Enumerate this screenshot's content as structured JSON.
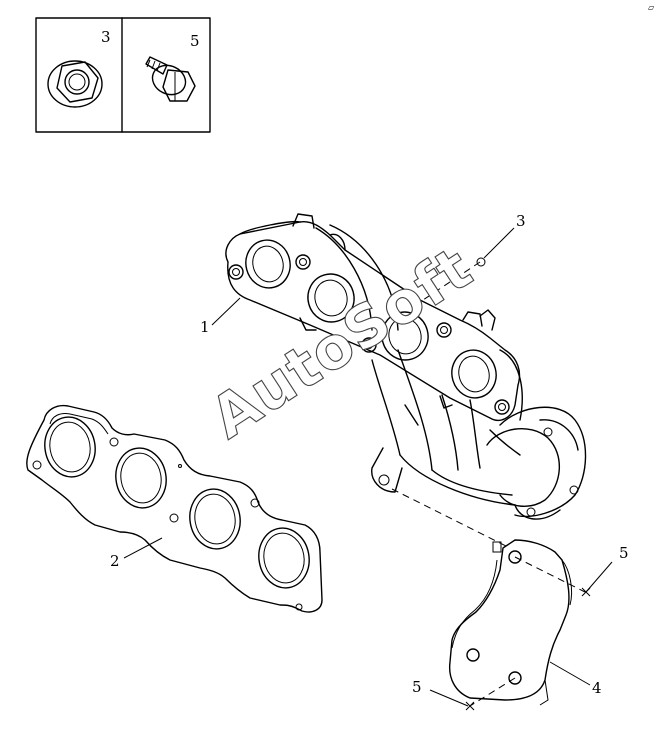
{
  "inset": {
    "items": [
      {
        "number": "3",
        "icon": "flange-nut-icon"
      },
      {
        "number": "5",
        "icon": "flange-bolt-icon"
      }
    ]
  },
  "callouts": {
    "c1": "1",
    "c2": "2",
    "c3": "3",
    "c4": "4",
    "c5a": "5",
    "c5b": "5"
  },
  "watermark": "AutoSoft",
  "corner_mark": "▱"
}
